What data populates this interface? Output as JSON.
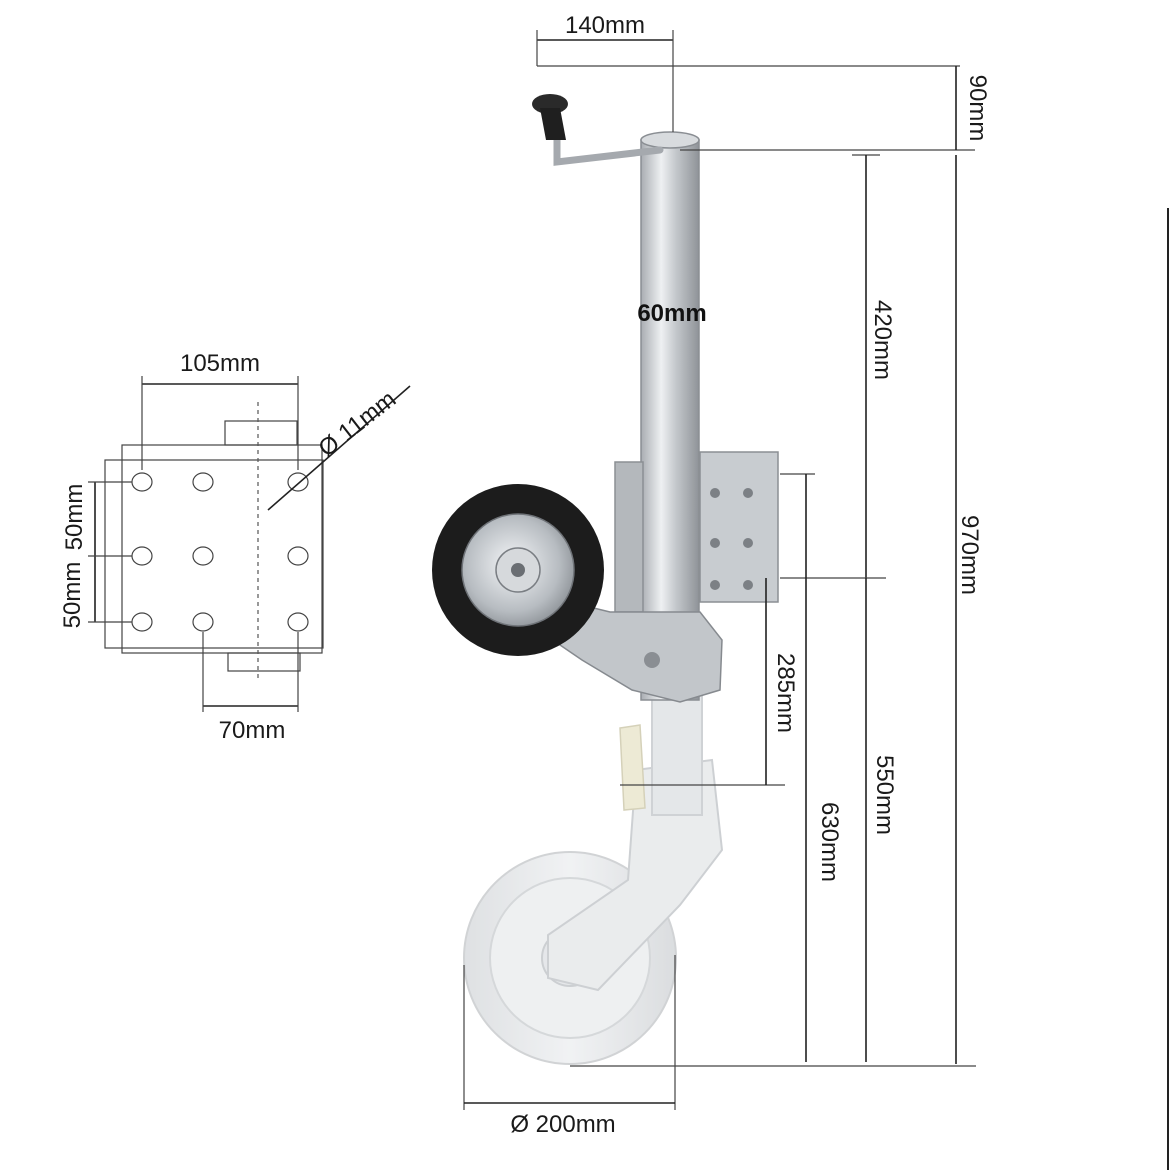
{
  "dimensions": {
    "handle_reach": "140mm",
    "handle_height": "90mm",
    "upper_tube": "420mm",
    "total_height": "970mm",
    "tube_diameter": "60mm",
    "swivel_offset": "285mm",
    "lower_height": "550mm",
    "wheel_height": "630mm",
    "wheel_diameter": "Ø 200mm"
  },
  "plate": {
    "width": "105mm",
    "bolt_hole": "Ø 11mm",
    "vertical_spacing_1": "50mm",
    "vertical_spacing_2": "50mm",
    "lower_offset": "70mm"
  },
  "colors": {
    "line": "#222222",
    "metal": "#c9ccd0",
    "tire": "#1c1c1c",
    "ghost": "#e2e4e6"
  }
}
